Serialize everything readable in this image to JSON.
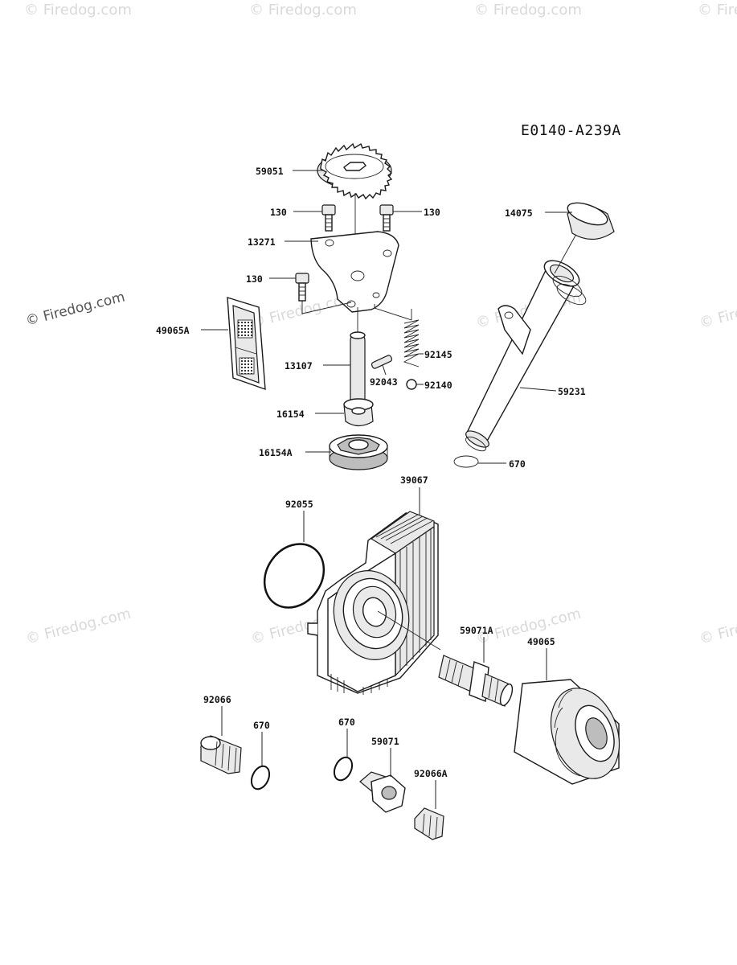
{
  "diagram_code": "E0140-A239A",
  "watermarks": [
    "© Firedog.com",
    "© Firedog.com",
    "© Firedog.com",
    "© Firedog.com",
    "© Firedog.com",
    "© Firedog.com",
    "© Firedog.com",
    "© Firedog.com",
    "© Firedog.com",
    "© Firedog.com",
    "© Firedog.com",
    "© Firedog.com"
  ],
  "callouts": {
    "p59051": "59051",
    "p130_left": "130",
    "p130_right": "130",
    "p130_mid": "130",
    "p13271": "13271",
    "p49065A": "49065A",
    "p13107": "13107",
    "p92043": "92043",
    "p92145": "92145",
    "p92140": "92140",
    "p16154": "16154",
    "p16154A": "16154A",
    "p14075": "14075",
    "p59231": "59231",
    "p670_gauge": "670",
    "p39067": "39067",
    "p92055": "92055",
    "p59071A": "59071A",
    "p49065": "49065",
    "p92066": "92066",
    "p670_left": "670",
    "p670_mid": "670",
    "p59071": "59071",
    "p92066A": "92066A"
  }
}
